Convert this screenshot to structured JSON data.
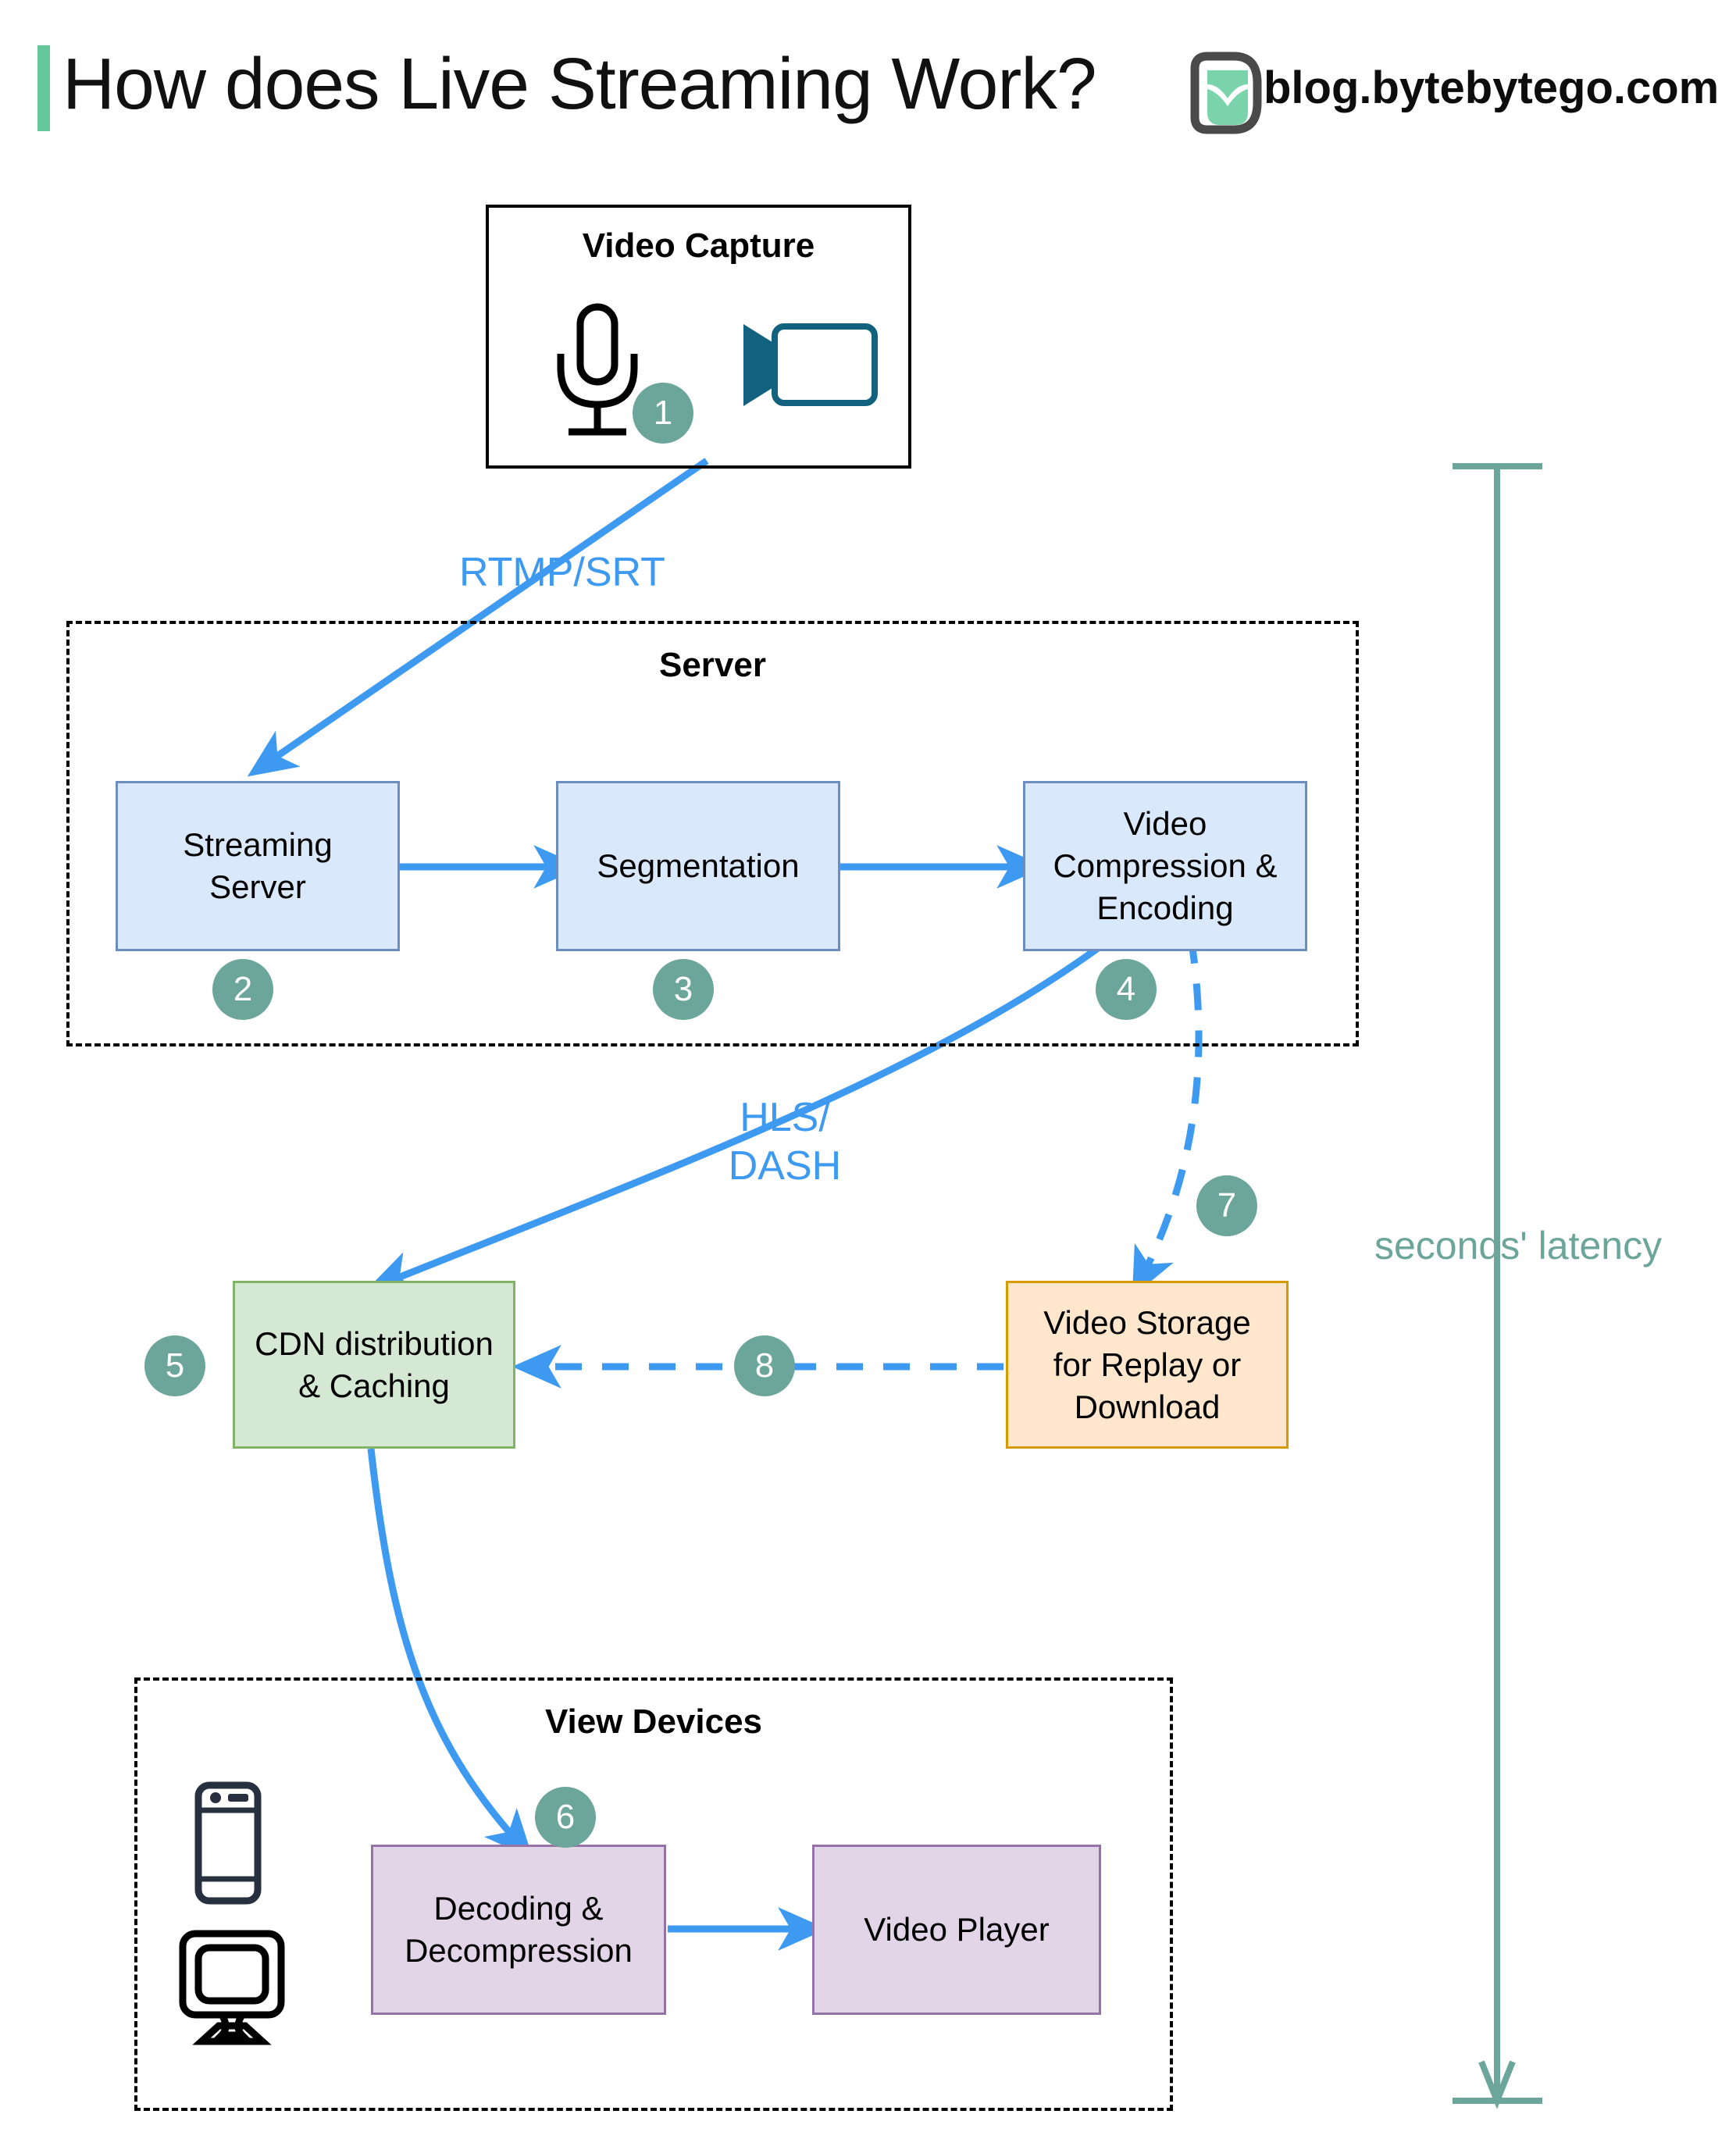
{
  "header": {
    "title": "How does Live Streaming Work?",
    "blog_url": "blog.bytebytego.com",
    "logo_name": "bytebytego-logo",
    "accent_color": "#67c79c"
  },
  "colors": {
    "badge": "#6ca69a",
    "arrow_blue": "#3d9af0",
    "box_blue_fill": "#dae8fc",
    "box_blue_border": "#6c8ebf",
    "box_green_fill": "#d5e8d4",
    "box_green_border": "#82b366",
    "box_orange_fill": "#ffe6cc",
    "box_orange_border": "#d79b00",
    "box_purple_fill": "#e1d5e7",
    "box_purple_border": "#9673a6",
    "latency": "#6ca69a"
  },
  "groups": {
    "capture": {
      "title": "Video Capture"
    },
    "server": {
      "title": "Server"
    },
    "devices": {
      "title": "View Devices"
    }
  },
  "nodes": {
    "streaming_server": "Streaming\nServer",
    "segmentation": "Segmentation",
    "compression": "Video\nCompression &\nEncoding",
    "cdn": "CDN distribution\n& Caching",
    "storage": "Video Storage\nfor Replay or\nDownload",
    "decoding": "Decoding &\nDecompression",
    "player": "Video Player"
  },
  "badges": {
    "b1": "1",
    "b2": "2",
    "b3": "3",
    "b4": "4",
    "b5": "5",
    "b6": "6",
    "b7": "7",
    "b8": "8"
  },
  "protocols": {
    "rtmp": "RTMP/SRT",
    "hls": "HLS/\nDASH"
  },
  "annotations": {
    "latency": "seconds' latency"
  },
  "icons": {
    "microphone": "microphone-icon",
    "camera": "video-camera-icon",
    "phone": "mobile-phone-icon",
    "monitor": "desktop-monitor-icon"
  }
}
